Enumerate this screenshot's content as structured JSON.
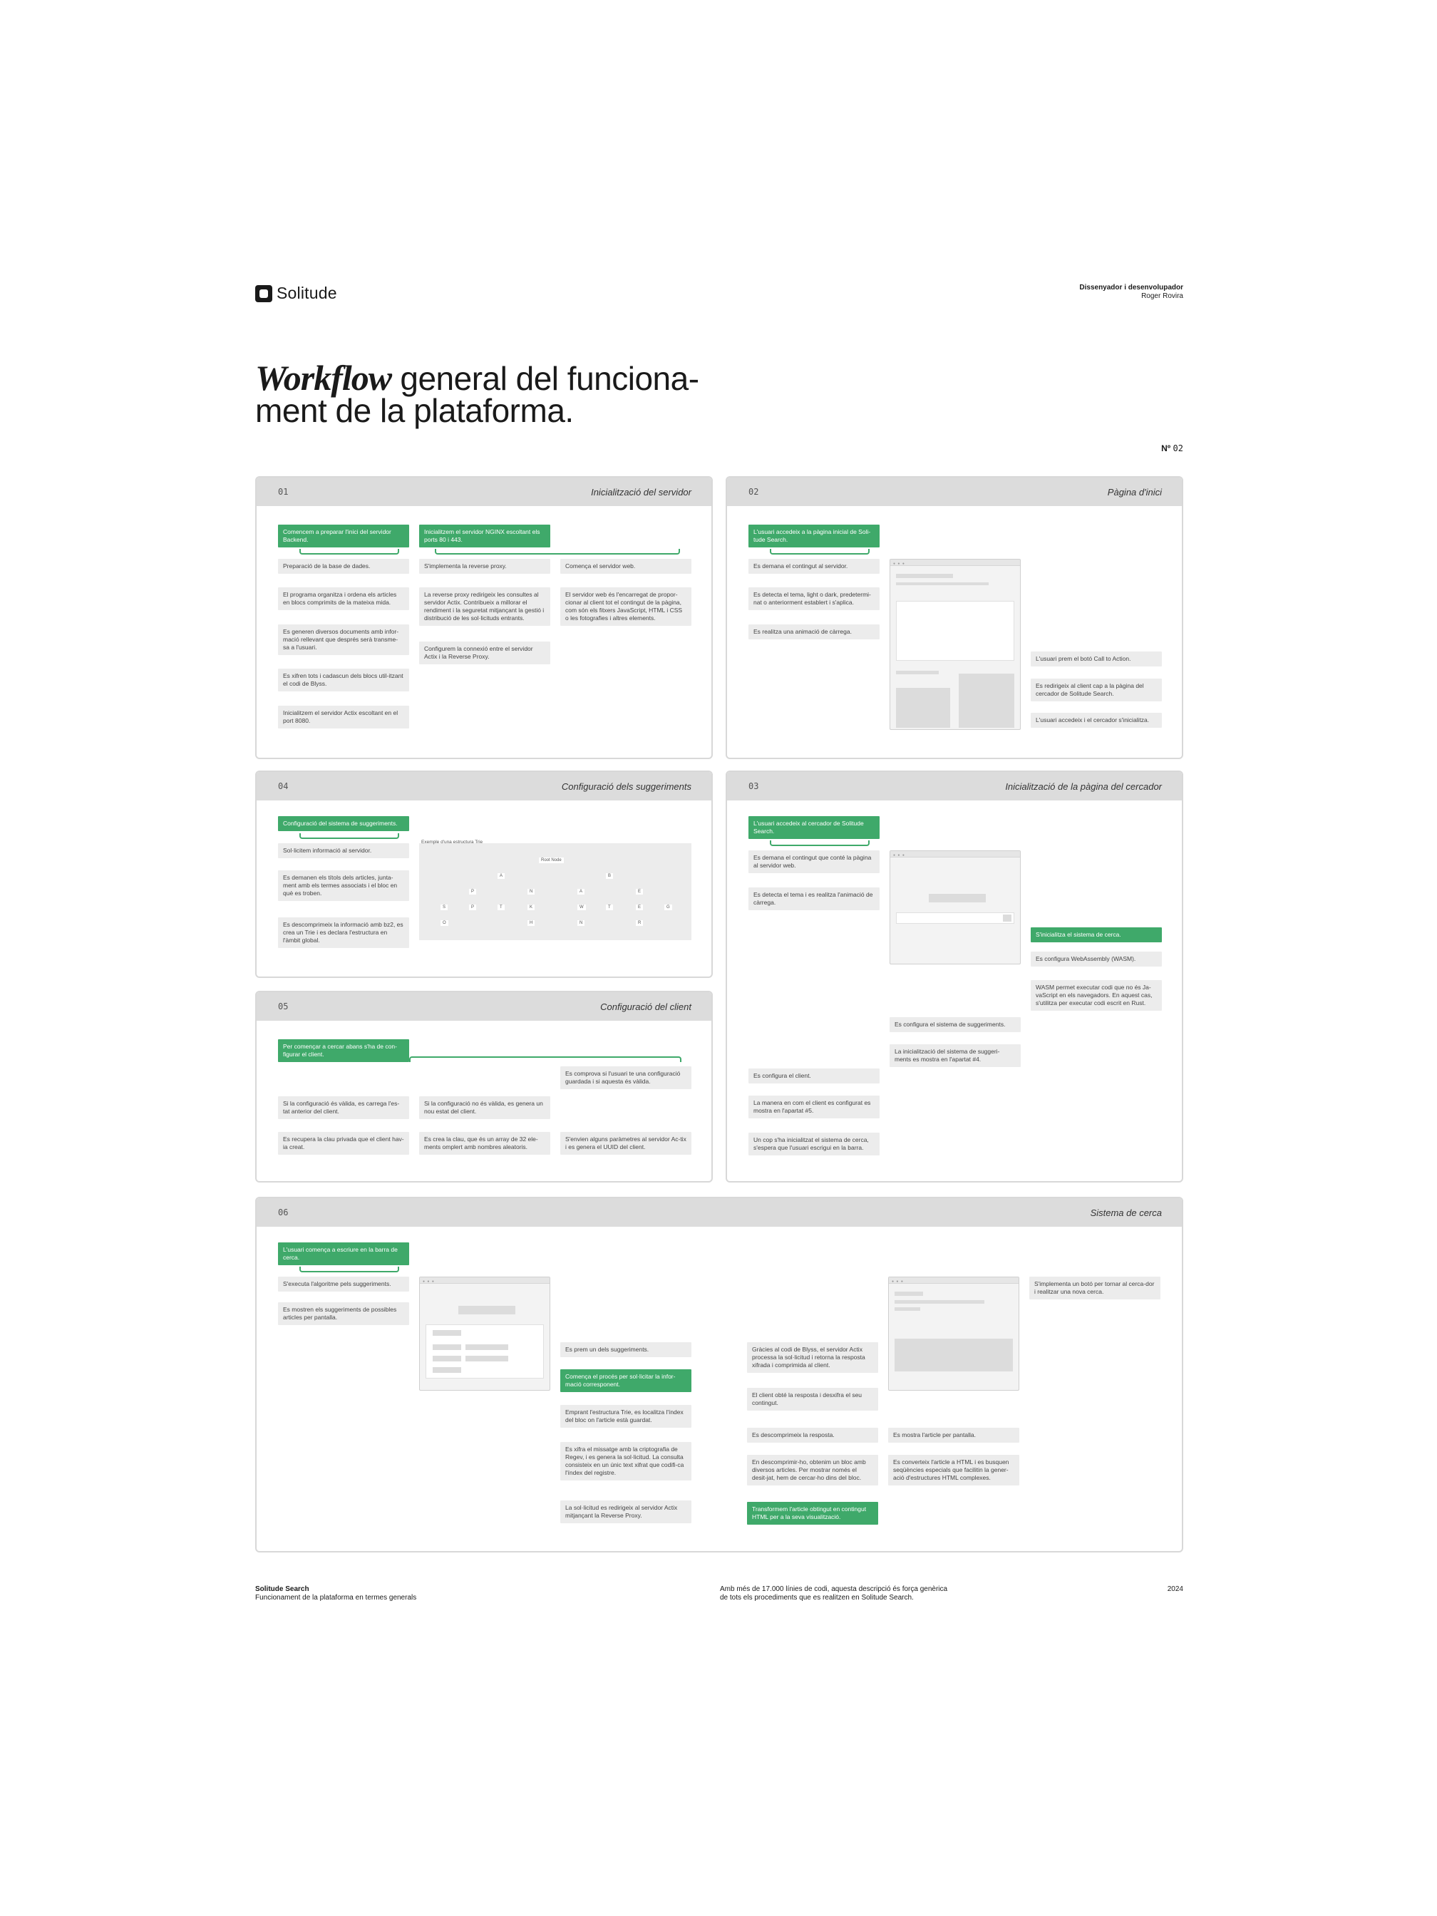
{
  "header": {
    "brand": "Solitude",
    "role": "Dissenyador i desenvolupador",
    "author": "Roger Rovira"
  },
  "title": {
    "italic": "Workflow",
    "rest": " general del funciona-",
    "line2": "ment de la plataforma."
  },
  "page_number": {
    "label": "Nº",
    "value": "02"
  },
  "panels": {
    "p01": {
      "num": "01",
      "title": "Inicialització del servidor",
      "g1": "Comencem a preparar l'inici del servidor Backend.",
      "g2": "Inicialitzem el servidor NGINX escoltant els ports 80 i 443.",
      "a1": "Preparació de la base de dades.",
      "a2": "El programa organitza i ordena els articles en blocs comprimits de la mateixa mida.",
      "a3": "Es generen diversos documents amb infor-mació rellevant que després serà transme-sa a l'usuari.",
      "a4": "Es xifren tots i cadascun dels blocs util-itzant el codi de Blyss.",
      "a5": "Inicialitzem el servidor Actix escoltant en el port 8080.",
      "b1": "S'implementa la reverse proxy.",
      "b2": "La reverse proxy redirigeix les consultes al servidor Actix. Contribueix a millorar el rendiment i la seguretat mitjançant la gestió i distribució de les sol·licituds entrants.",
      "b3": "Configurem la connexió entre el servidor Actix i la Reverse Proxy.",
      "c1": "Comença el servidor web.",
      "c2": "El servidor web és l'encarregat de propor-cionar al client tot el contingut de la pàgina, com són els fitxers JavaScript, HTML i CSS o les fotografies i altres elements."
    },
    "p02": {
      "num": "02",
      "title": "Pàgina d'inici",
      "g1": "L'usuari accedeix a la pàgina inicial de Soli-tude Search.",
      "a1": "Es demana el contingut al servidor.",
      "a2": "Es detecta el tema, light o dark, predetermi-nat o anteriorment establert i s'aplica.",
      "a3": "Es realitza una animació de càrrega.",
      "r1": "L'usuari prem el botó Call to Action.",
      "r2": "Es redirigeix al client cap a la pàgina del cercador de Solitude Search.",
      "r3": "L'usuari accedeix i el cercador s'inicialitza."
    },
    "p04": {
      "num": "04",
      "title": "Configuració dels suggeriments",
      "g1": "Configuració del sistema de suggeriments.",
      "a1": "Sol·licitem informació al servidor.",
      "a2": "Es demanen els títols dels articles, junta-ment amb els termes associats i el bloc en què es troben.",
      "a3": "Es descomprimeix la informació amb bz2, es crea un Trie i es declara l'estructura en l'àmbit global.",
      "trie_caption": "Exemple d'una estructura Trie",
      "trie_root": "Root Node",
      "trie_l1": [
        "A",
        "B"
      ],
      "trie_l2": [
        "P",
        "N",
        "A",
        "E"
      ],
      "trie_l3": [
        "S",
        "P",
        "T",
        "K",
        "W",
        "T",
        "E",
        "G"
      ],
      "trie_l4": [
        "O",
        "H",
        "N",
        "R"
      ]
    },
    "p03": {
      "num": "03",
      "title": "Inicialització de la pàgina del cercador",
      "g1": "L'usuari accedeix al cercador de Solitude Search.",
      "a1": "Es demana el contingut que conté la pàgina al servidor web.",
      "a2": "Es detecta el tema i es realitza l'animació de càrrega.",
      "g2": "S'inicialitza el sistema de cerca.",
      "r1": "Es configura WebAssembly (WASM).",
      "r2": "WASM permet executar codi que no és Ja-vaScript en els navegadors. En aquest cas, s'utilitza per executar codi escrit en Rust.",
      "m1": "Es configura el sistema de suggeriments.",
      "m2": "La inicialització del sistema de suggeri-ments es mostra en l'apartat #4.",
      "l1": "Es configura el client.",
      "l2": "La manera en com el client es configurat es mostra en l'apartat #5.",
      "l3": "Un cop s'ha inicialitzat el sistema de cerca, s'espera que l'usuari escrigui en la barra."
    },
    "p05": {
      "num": "05",
      "title": "Configuració del client",
      "g1": "Per començar a cercar abans s'ha de con-figurar el client.",
      "c1": "Es comprova si l'usuari te una configuració guardada i si aquesta és vàlida.",
      "a1": "Si la configuració és vàlida, es carrega l'es-tat anterior del client.",
      "a2": "Es recupera la clau privada que el client hav-ia creat.",
      "b1": "Si la configuració no és vàlida, es genera un nou estat del client.",
      "b2": "Es crea la clau, que és un array de 32 ele-ments omplert amb nombres aleatoris.",
      "c2": "S'envien alguns paràmetres al servidor Ac-tix i es genera el UUID del client."
    },
    "p06": {
      "num": "06",
      "title": "Sistema de cerca",
      "g1": "L'usuari comença a escriure en la barra de cerca.",
      "a1": "S'executa l'algoritme pels suggeriments.",
      "a2": "Es mostren els suggeriments de possibles articles per pantalla.",
      "b1": "Es prem un dels suggeriments.",
      "g2": "Comença el procés per sol·licitar la infor-mació corresponent.",
      "b2": "Emprant l'estructura Trie, es localitza l'índex del bloc on l'article està guardat.",
      "b3": "Es xifra el missatge amb la criptografia de Regev, i es genera la sol·licitud. La consulta consisteix en un únic text xifrat que codifi-ca l'índex del registre.",
      "b4": "La sol·licitud es redirigeix al servidor Actix mitjançant la Reverse Proxy.",
      "c1": "Gràcies al codi de Blyss, el servidor Actix processa la sol·licitud i retorna la resposta xifrada i comprimida al client.",
      "c2": "El client obté la resposta i desxifra el seu contingut.",
      "c3": "Es descomprimeix la resposta.",
      "c4": "En descomprimir-ho, obtenim un bloc amb diversos articles. Per mostrar només el desit-jat, hem de cercar-ho dins del bloc.",
      "g3": "Transformem l'article obtingut en contingut HTML per a la seva visualització.",
      "d1": "Es mostra l'article per pantalla.",
      "d2": "Es converteix l'article a HTML i es busquen seqüències especials que facilitin la gener-ació d'estructures HTML complexes.",
      "e1": "S'implementa un botó per tornar al cerca-dor i realitzar una nova cerca."
    }
  },
  "footer": {
    "product": "Solitude Search",
    "subtitle": "Funcionament de la plataforma en termes generals",
    "note1": "Amb més de 17.000 línies de codi, aquesta descripció és força genèrica",
    "note2": "de tots els procediments que es realitzen en Solitude Search.",
    "year": "2024"
  },
  "colors": {
    "accent": "#3fa96a",
    "panel_header": "#dcdcdc",
    "box": "#ececec"
  }
}
